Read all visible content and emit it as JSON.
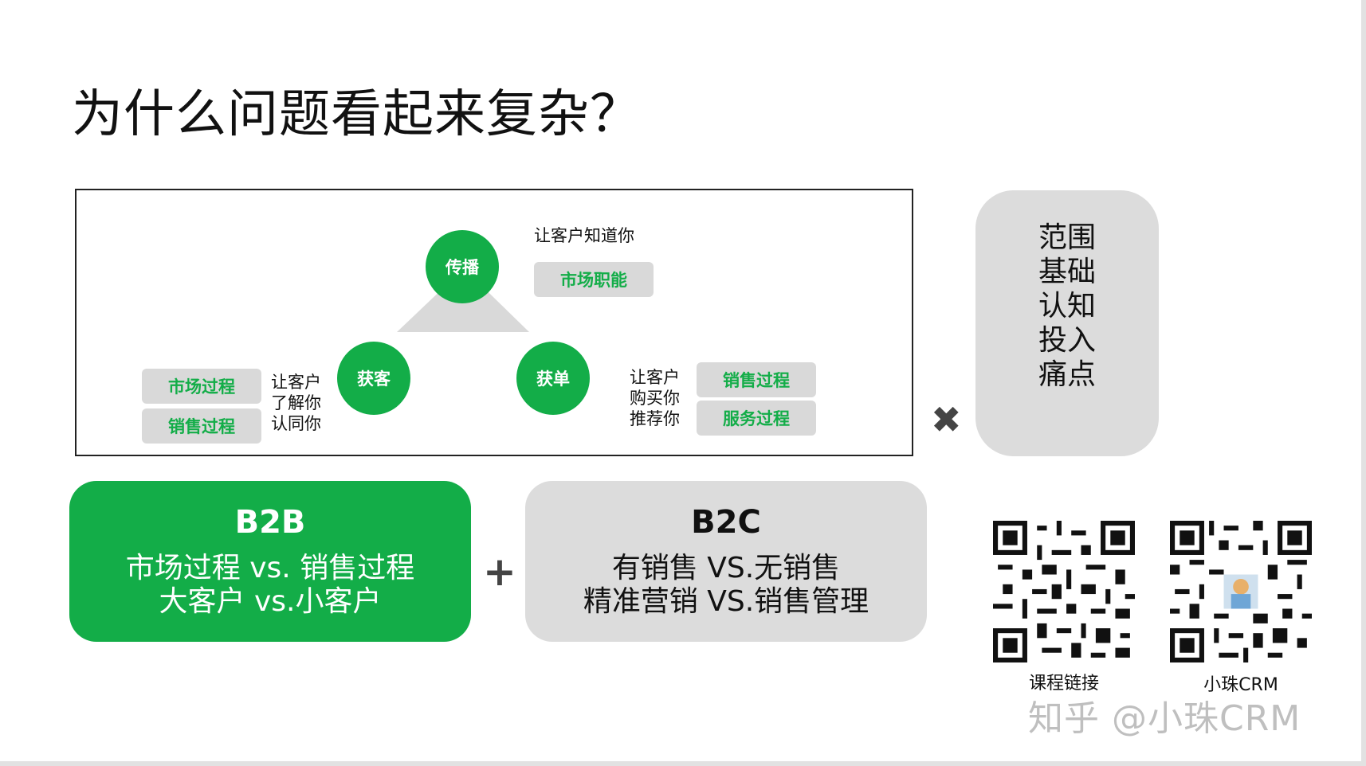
{
  "title": "为什么问题看起来复杂？",
  "diagram": {
    "nodes": {
      "top": "传播",
      "left": "获客",
      "right": "获单"
    },
    "top_note": "让客户知道你",
    "top_tag": "市场职能",
    "left_tags": [
      "市场过程",
      "销售过程"
    ],
    "left_note": "让客户\n了解你\n认同你",
    "right_note": "让客户\n购买你\n推荐你",
    "right_tags": [
      "销售过程",
      "服务过程"
    ]
  },
  "side_box": {
    "lines": [
      "范围",
      "基础",
      "认知",
      "投入",
      "痛点"
    ]
  },
  "times_symbol": "✖",
  "plus_symbol": "+",
  "b2b": {
    "header": "B2B",
    "line1": "市场过程 vs. 销售过程",
    "line2": "大客户 vs.小客户"
  },
  "b2c": {
    "header": "B2C",
    "line1": "有销售 VS.无销售",
    "line2": "精准营销 VS.销售管理"
  },
  "qr_codes": [
    {
      "label": "课程链接"
    },
    {
      "label": "小珠CRM"
    }
  ],
  "watermark": "知乎 @小珠CRM",
  "colors": {
    "green": "#13ad48",
    "gray": "#dcdcdc"
  }
}
